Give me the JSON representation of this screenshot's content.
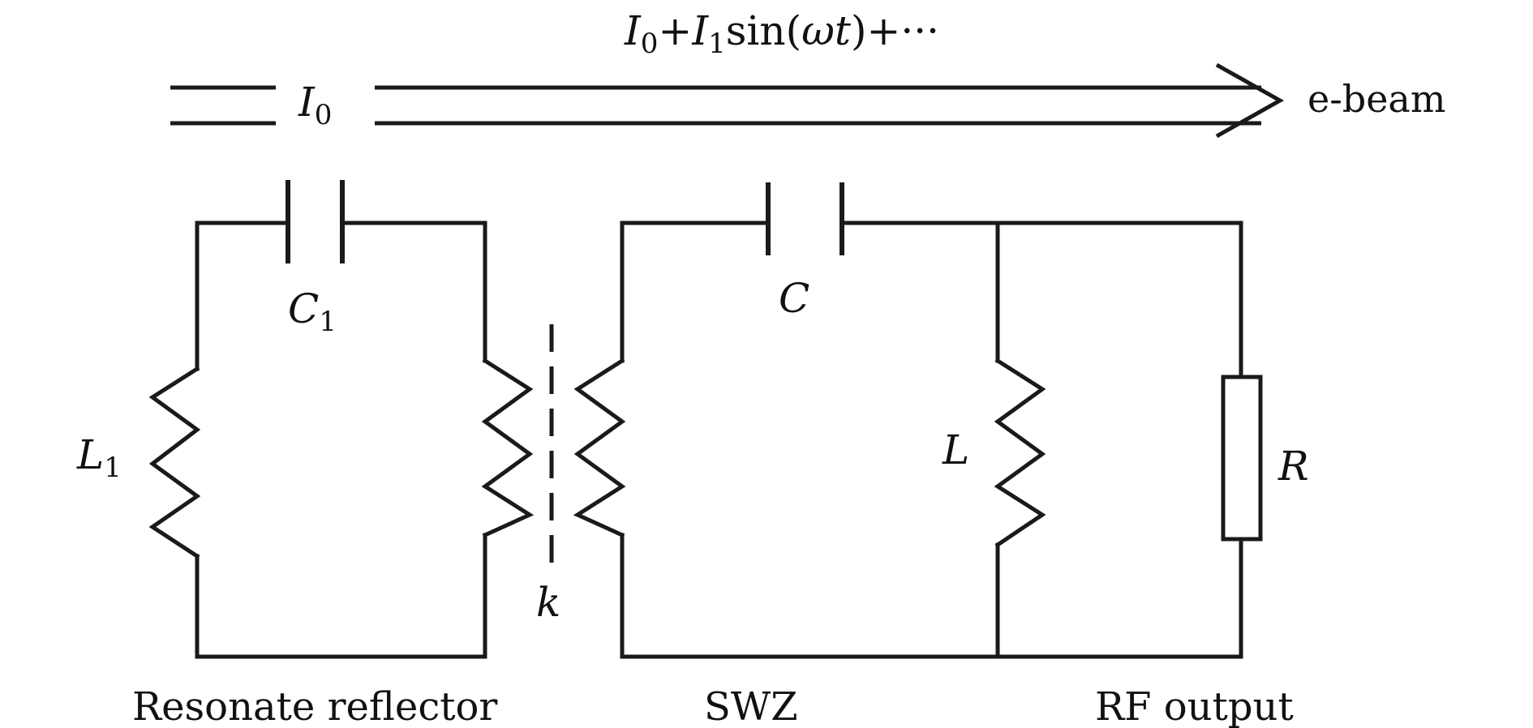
{
  "beam": {
    "input_current_sym": "I",
    "input_current_sub": "0",
    "modulated_current": {
      "t1": "I",
      "s1": "0",
      "plus1": "+",
      "t2": "I",
      "s2": "1",
      "fn": "sin(",
      "omega": "ω",
      "tvar": "t",
      "close": ")",
      "plus2": "+",
      "ellipsis": "···"
    },
    "label": "e-beam"
  },
  "components": {
    "c1": {
      "sym": "C",
      "sub": "1"
    },
    "l1": {
      "sym": "L",
      "sub": "1"
    },
    "coupling": {
      "sym": "k"
    },
    "c": {
      "sym": "C"
    },
    "l": {
      "sym": "L"
    },
    "r": {
      "sym": "R"
    }
  },
  "sections": {
    "resonate_reflector": "Resonate reflector",
    "swz": "SWZ",
    "rf_output": "RF output"
  },
  "colors": {
    "ink": "#1a1a1a",
    "background": "#ffffff"
  }
}
